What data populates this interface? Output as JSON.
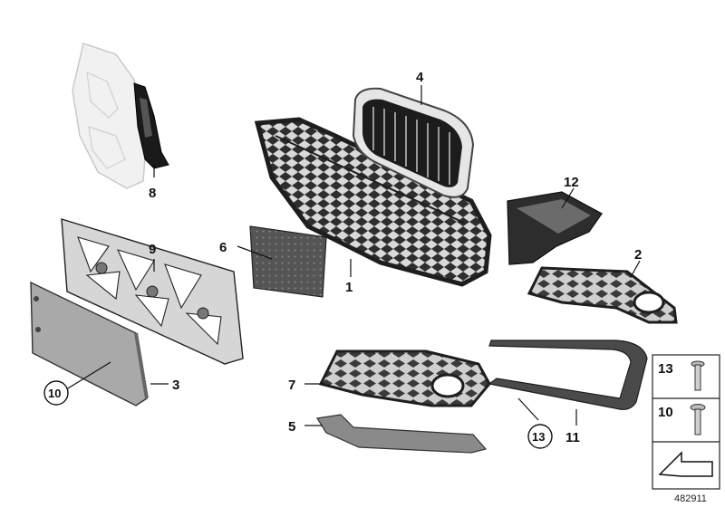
{
  "callouts": {
    "c1": "1",
    "c2": "2",
    "c3": "3",
    "c4": "4",
    "c5": "5",
    "c6": "6",
    "c7": "7",
    "c8": "8",
    "c9": "9",
    "c10": "10",
    "c11": "11",
    "c12": "12",
    "c13": "13"
  },
  "legend": {
    "row1": "13",
    "row2": "10"
  },
  "diagram_id": "482911"
}
